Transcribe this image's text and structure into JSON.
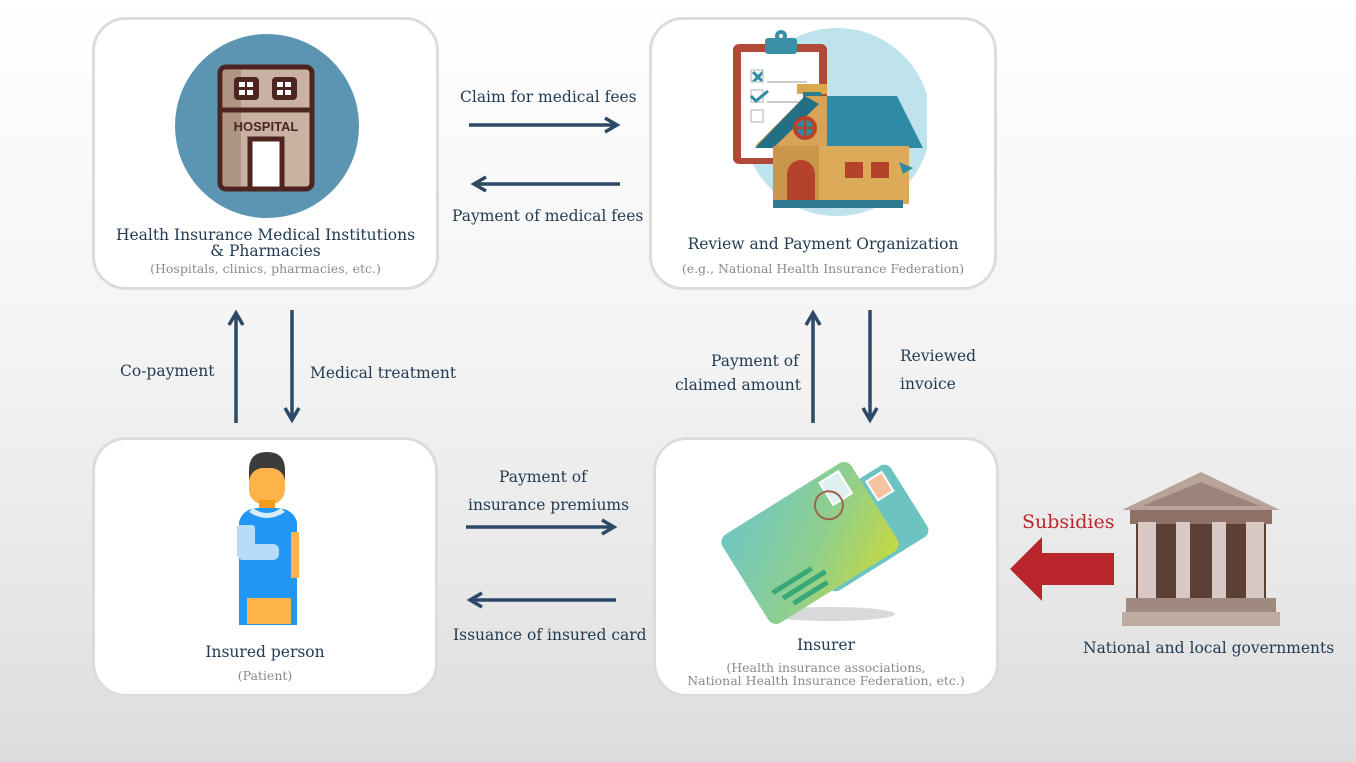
{
  "nodes": {
    "medical_institutions": {
      "title_line1": "Health Insurance Medical Institutions",
      "title_line2": "& Pharmacies",
      "subtitle": "(Hospitals, clinics, pharmacies, etc.)",
      "icon": "hospital-icon",
      "icon_text": "HOSPITAL"
    },
    "review_organization": {
      "title": "Review and Payment Organization",
      "subtitle": "(e.g., National Health Insurance Federation)",
      "icon": "house-clipboard-icon"
    },
    "insured_person": {
      "title": "Insured person",
      "subtitle": "(Patient)",
      "icon": "patient-icon"
    },
    "insurer": {
      "title": "Insurer",
      "subtitle_line1": "(Health insurance associations,",
      "subtitle_line2": "National Health Insurance Federation, etc.)",
      "icon": "insurance-card-icon"
    },
    "governments": {
      "title": "National and local governments",
      "icon": "government-building-icon"
    }
  },
  "flows": {
    "claim": "Claim for medical fees",
    "payment_fees": "Payment of medical fees",
    "copayment": "Co-payment",
    "treatment": "Medical treatment",
    "payment_claimed_line1": "Payment of",
    "payment_claimed_line2": "claimed amount",
    "reviewed_line1": "Reviewed",
    "reviewed_line2": "invoice",
    "premiums_line1": "Payment of",
    "premiums_line2": "insurance premiums",
    "issuance": "Issuance of insured card",
    "subsidies": "Subsidies"
  },
  "colors": {
    "arrow": "#2c4a66",
    "subsidy": "#b8262b",
    "text": "#1f3a52",
    "subtext": "#8a8a8a"
  }
}
